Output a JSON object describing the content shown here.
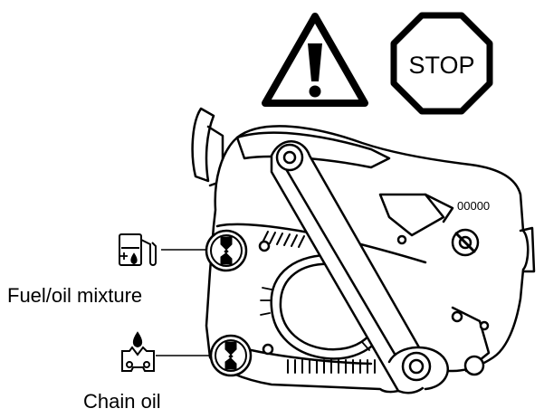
{
  "signs": {
    "stop_text": "STOP"
  },
  "labels": {
    "fuel": "Fuel/oil mixture",
    "chain": "Chain oil"
  },
  "icons": {
    "warning": "warning-triangle-icon",
    "stop": "stop-octagon-icon",
    "fuel": "fuel-pump-icon",
    "chain_oil": "chain-oil-icon"
  },
  "colors": {
    "line": "#000000",
    "background": "#ffffff"
  }
}
